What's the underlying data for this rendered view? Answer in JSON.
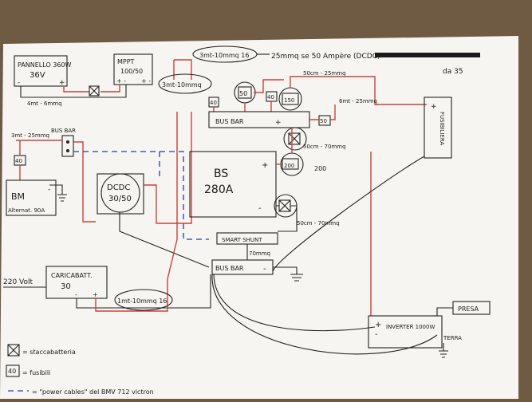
{
  "colors": {
    "paper": "#f6f5f1",
    "table": "#6f5a44",
    "red_wire": "#c8433d",
    "black_wire": "#222222",
    "blue_dash": "#2b3f9a"
  },
  "labels": {
    "pannello_1": "PANNELLO 360W",
    "pannello_2": "36V",
    "mppt_1": "MPPT",
    "mppt_2": "100/50",
    "cable_top_center": "3mt-10mmq 16",
    "cable_top_note": "25mmq se 50 Ampère (DCDC)",
    "cable_top_right": "da 35",
    "cable_mppt": "3mt-10mmq",
    "cable_panel": "4mt - 6mmq",
    "cable_50cm_1": "50cm - 25mmq",
    "cable_6mt": "6mt - 25mmq",
    "bus_bar_top": "BUS BAR",
    "fuse_50": "50",
    "fuse_40_a": "40",
    "fuse_40_b": "40",
    "fuse_150": "150",
    "fuse_50_right": "50",
    "fuse_200": "200",
    "fusibiliera": "FUSIBILIERA",
    "cable_3mt_left": "3mt - 25mmq",
    "bus_bar_left": "BUS BAR",
    "fuse_40_left": "40",
    "bm_1": "BM",
    "bm_2": "Alternat. 90A",
    "dcdc_1": "DCDC",
    "dcdc_2": "30/50",
    "bs_1": "BS",
    "bs_2": "280A",
    "cable_50cm_70_1": "50cm - 70mmq",
    "cable_50cm_70_2": "50cm - 70mmq",
    "smart_shunt": "SMART SHUNT",
    "cable_70mmq": "70mmq",
    "bus_bar_bottom": "BUS BAR",
    "v220": "220 Volt",
    "caricabatt_1": "CARICABATT.",
    "caricabatt_2": "30",
    "cable_bottom": "1mt-10mmq 16",
    "inverter": "INVERTER 1000W",
    "presa": "PRESA",
    "terra": "TERRA",
    "legend_switch": "= staccabatteria",
    "legend_fuse": "= fusibili",
    "legend_fuse_box": "40",
    "legend_dash": "= \"power cables\" del BMV 712 victron",
    "plus": "+",
    "minus": "-"
  }
}
